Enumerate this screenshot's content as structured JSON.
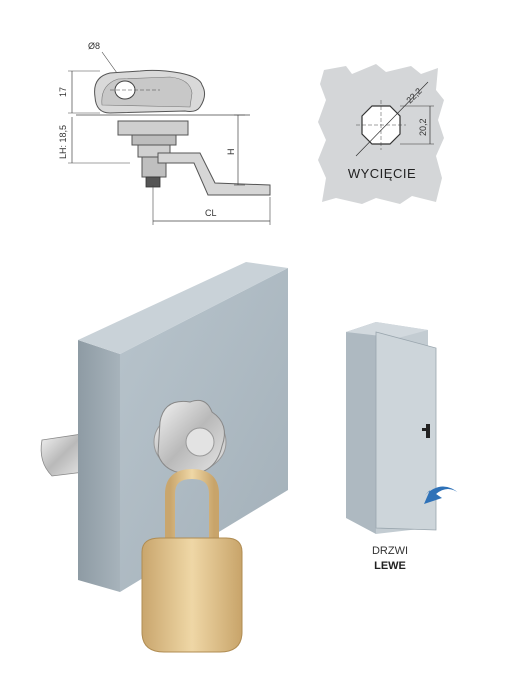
{
  "drawing": {
    "dim_diameter": "Ø8",
    "dim_17": "17",
    "dim_lh": "LH: 18,5",
    "dim_h": "H",
    "dim_cl": "CL"
  },
  "cutout": {
    "dim_diagonal": "22,2",
    "dim_width": "20,2",
    "label": "WYCIĘCIE"
  },
  "door": {
    "caption_line1": "DRZWI",
    "caption_line2": "LEWE"
  }
}
